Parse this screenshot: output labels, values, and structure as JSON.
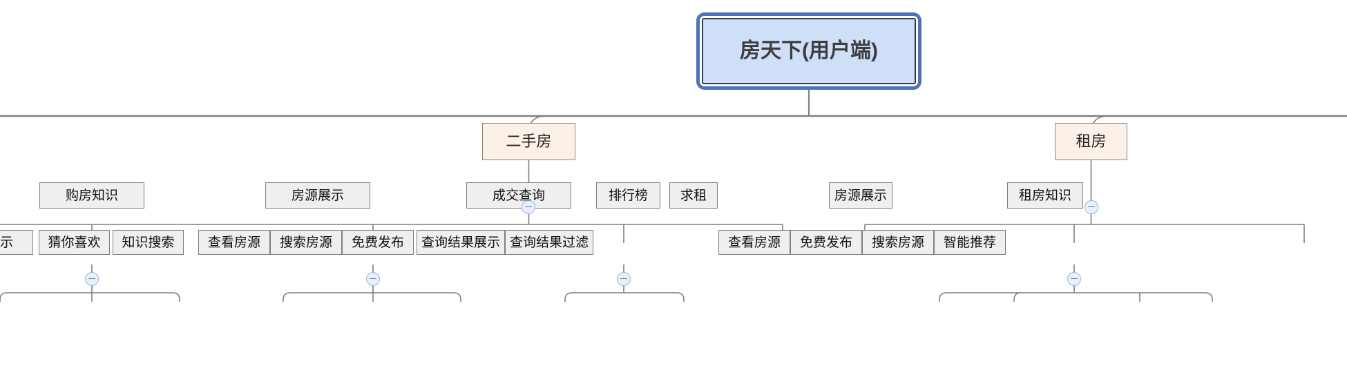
{
  "diagram": {
    "type": "mindmap-tree",
    "title": "房天下(用户端)",
    "colors": {
      "root_fill": "#cfdff8",
      "root_border": "#2d3b55",
      "root_selection": "#4f72b8",
      "level2_fill": "#fcf1e7",
      "level2_border": "#8d8378",
      "node_fill": "#efefef",
      "node_border": "#7f7f7f",
      "connector": "#7f7f7f",
      "toggle_fill": "#e8f0fb",
      "toggle_border": "#9bb4dc",
      "background": "#ffffff"
    }
  },
  "root": {
    "label": "房天下(用户端)"
  },
  "nodes": {
    "n_ershoufang": {
      "label": "二手房"
    },
    "n_zufang": {
      "label": "租房"
    },
    "n_goufangzhishi": {
      "label": "购房知识"
    },
    "n_fangyuanzhanshi_l": {
      "label": "房源展示"
    },
    "n_chengjiaochaxun": {
      "label": "成交查询"
    },
    "n_paihangbang": {
      "label": "排行榜"
    },
    "n_qiuzu": {
      "label": "求租"
    },
    "n_fangyuanzhanshi_r": {
      "label": "房源展示"
    },
    "n_zufangzhishi": {
      "label": "租房知识"
    },
    "n_zhanshi": {
      "label": "展示"
    },
    "n_cainixihuan": {
      "label": "猜你喜欢"
    },
    "n_zhishisousuo": {
      "label": "知识搜索"
    },
    "n_chakanfangyuan_l": {
      "label": "查看房源"
    },
    "n_sousuofangyuan_l": {
      "label": "搜索房源"
    },
    "n_mianfeifabu_l": {
      "label": "免费发布"
    },
    "n_chaxunjieguozhanshi": {
      "label": "查询结果展示"
    },
    "n_chaxunjieguoguolv": {
      "label": "查询结果过滤"
    },
    "n_chakanfangyuan_r": {
      "label": "查看房源"
    },
    "n_mianfeifabu_r": {
      "label": "免费发布"
    },
    "n_sousuofangyuan_r": {
      "label": "搜索房源"
    },
    "n_zhinengtuijian": {
      "label": "智能推荐"
    }
  },
  "toggles": {
    "t_ershoufang": {
      "state": "expanded",
      "glyph": "minus"
    },
    "t_zufang": {
      "state": "expanded",
      "glyph": "minus"
    },
    "t_goufangzhishi": {
      "state": "expanded",
      "glyph": "minus"
    },
    "t_fangyuanzhanshi_l": {
      "state": "expanded",
      "glyph": "minus"
    },
    "t_chengjiaochaxun": {
      "state": "expanded",
      "glyph": "minus"
    },
    "t_fangyuanzhanshi_r": {
      "state": "expanded",
      "glyph": "minus"
    }
  }
}
